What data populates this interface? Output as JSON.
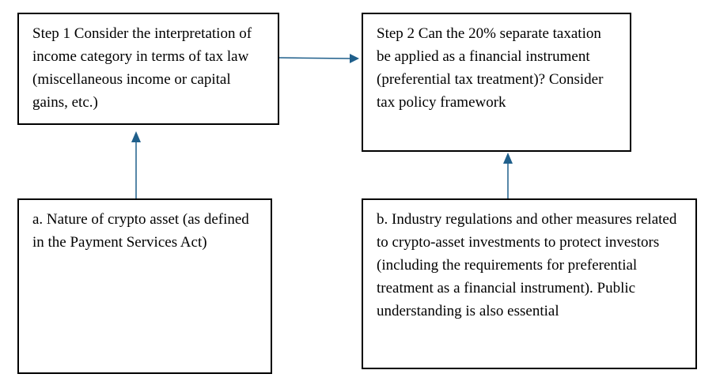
{
  "diagram": {
    "step1": {
      "text": "Step 1 Consider the interpretation of income category in terms of tax law (miscellaneous income or capital gains, etc.)"
    },
    "step2": {
      "text": "Step 2 Can the 20% separate taxation be applied as a financial instrument (preferential tax treatment)? Consider tax policy framework"
    },
    "factor_a": {
      "text": "a. Nature of crypto asset (as defined in the Payment Services Act)"
    },
    "factor_b": {
      "text": "b. Industry regulations and other measures related to crypto-asset investments to protect investors (including the requirements for preferential treatment as a financial instrument). Public understanding is also essential"
    },
    "arrow_color": "#1f5f8b",
    "border_color": "#000000"
  }
}
